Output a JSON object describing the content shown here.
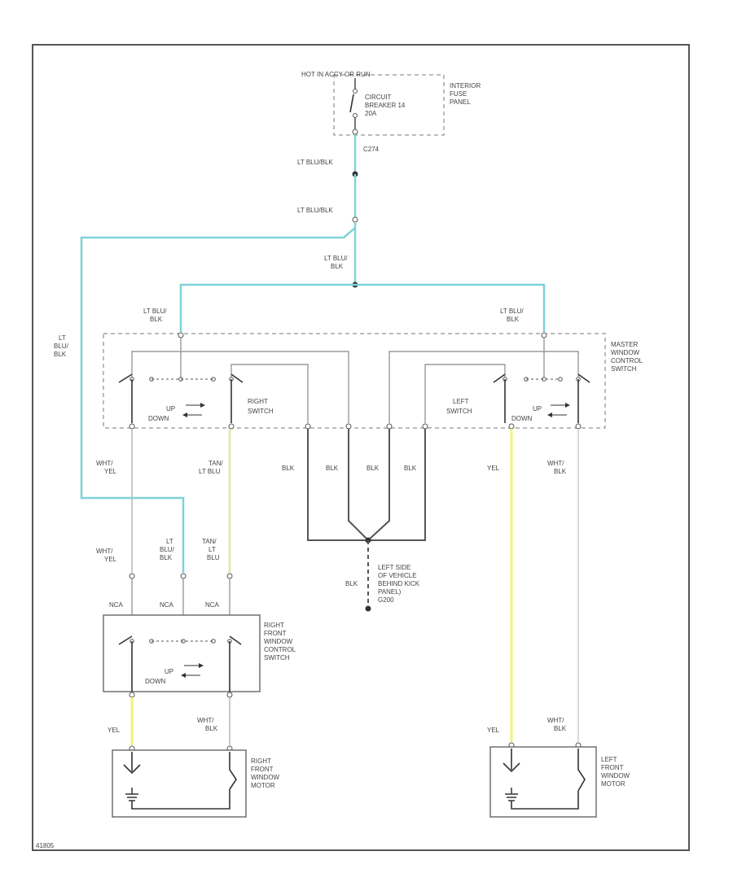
{
  "colors": {
    "lt_blu_blk": "#7fd2d8",
    "yel": "#f2f27a",
    "tan_lt_blu": "#dde8a2",
    "wht_blk": "#bdbdbd",
    "blk": "#555555"
  },
  "labels": {
    "hot_label": "HOT IN ACCY OR RUN",
    "interior_fuse_panel": [
      "INTERIOR",
      "FUSE",
      "PANEL"
    ],
    "circuit_breaker": [
      "CIRCUIT",
      "BREAKER 14",
      "20A"
    ],
    "connector_c274": "C274",
    "lt_blu_blk_1": "LT BLU/BLK",
    "lt_blu_blk_2": "LT BLU/BLK",
    "lt_blu_blk_center": [
      "LT BLU/",
      "BLK"
    ],
    "lt_blu_blk_left_sw": [
      "LT BLU/",
      "BLK"
    ],
    "lt_blu_blk_right_sw": [
      "LT BLU/",
      "BLK"
    ],
    "lt_blu_blk_long": [
      "LT",
      "BLU/",
      "BLK"
    ],
    "master_switch": [
      "MASTER",
      "WINDOW",
      "CONTROL",
      "SWITCH"
    ],
    "up_down_1": [
      "UP",
      "DOWN"
    ],
    "up_down_2": [
      "UP",
      "DOWN"
    ],
    "right_switch": [
      "RIGHT",
      "SWITCH"
    ],
    "left_switch": [
      "LEFT",
      "SWITCH"
    ],
    "wht_yel_1": [
      "WHT/",
      "YEL"
    ],
    "tan_lt_blu_1": [
      "TAN/",
      "LT BLU"
    ],
    "blk_1": "BLK",
    "blk_2": "BLK",
    "blk_3": "BLK",
    "blk_4": "BLK",
    "yel_1": "YEL",
    "wht_blk_1": [
      "WHT/",
      "BLK"
    ],
    "wht_yel_2": [
      "WHT/",
      "YEL"
    ],
    "lt_blu_blk_rs": [
      "LT",
      "BLU/",
      "BLK"
    ],
    "tan_lt_blu_2": [
      "TAN/",
      "LT",
      "BLU"
    ],
    "ground_blk": "BLK",
    "ground_label": [
      "LEFT SIDE",
      "OF VEHICLE",
      "BEHIND KICK",
      "PANEL)",
      "G200"
    ],
    "nca_1": "NCA",
    "nca_2": "NCA",
    "nca_3": "NCA",
    "right_front_switch": [
      "RIGHT",
      "FRONT",
      "WINDOW",
      "CONTROL",
      "SWITCH"
    ],
    "up_down_3": [
      "UP",
      "DOWN"
    ],
    "yel_2": "YEL",
    "wht_blk_2": [
      "WHT/",
      "BLK"
    ],
    "yel_3": "YEL",
    "wht_blk_3": [
      "WHT/",
      "BLK"
    ],
    "right_motor": [
      "RIGHT",
      "FRONT",
      "WINDOW",
      "MOTOR"
    ],
    "left_motor": [
      "LEFT",
      "FRONT",
      "WINDOW",
      "MOTOR"
    ],
    "ref_code": "41805"
  }
}
